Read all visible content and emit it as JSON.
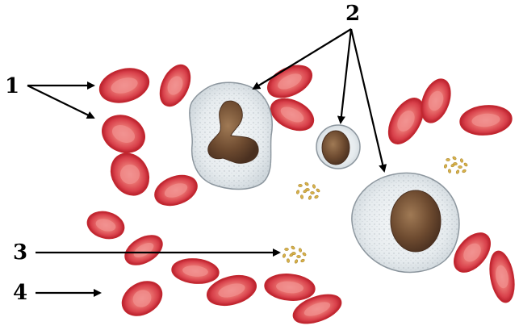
{
  "labels": {
    "erythrocytes": "1",
    "leukocytes": "2",
    "platelets": "3",
    "plasma": "4"
  },
  "colors": {
    "rbc_edge": "#c2262e",
    "rbc_fill": "#e4565a",
    "rbc_center": "#f08e8c",
    "wbc_cytoplasm": "#e9edf0",
    "wbc_outline": "#8c969e",
    "nucleus": "#6b4a32",
    "platelet": "#d8b34a",
    "arrow": "#000000"
  }
}
